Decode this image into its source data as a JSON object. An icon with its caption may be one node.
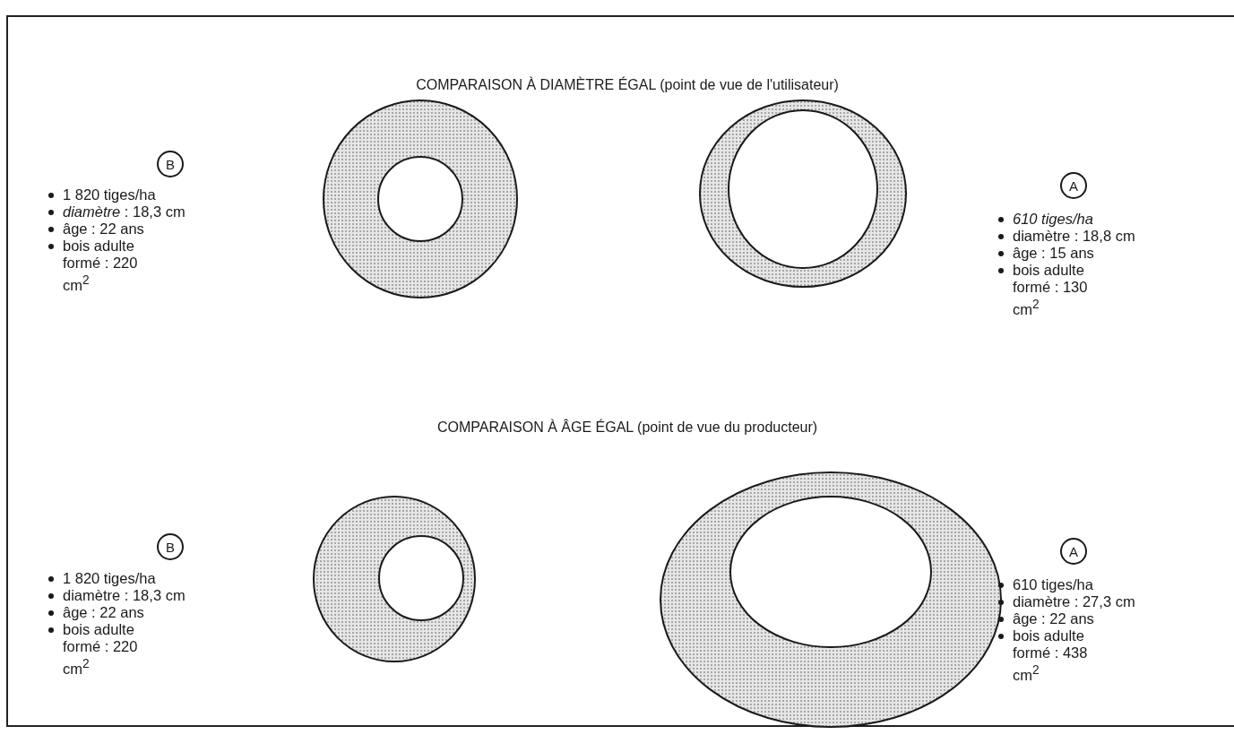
{
  "diagram": {
    "nodes": [
      {
        "text": [
          "B"
        ],
        "beside": [
          "1 820 tiges/ha",
          "*diamètre* : 18,3 cm",
          "âge : 22 ans",
          "bois adulte formé : 220 cm$^{2}$"
        ]
      },
      {
        "text": [
          "A"
        ],
        "beside": [
          "610 tiges/ha",
          "diamètre : 18,8 cm",
          "âge : 15 ans",
          "bois adulte formé : 130 cm$^{2}$"
        ]
      },
      {
        "text": [
          "B"
        ],
        "beside": [
          "1 820 tiges/ha",
          "diamètre : 18,3 cm",
          "âge : 22 ans",
          "bois adulte formé : 220 cm$^{2}$"
        ]
      },
      {
        "text": [
          "A"
        ],
        "beside": [
          "610 tiges/ha",
          "diamètre : 27,3 cm",
          "âge : 22 ans",
          "bois adulte formé : 438 cm$^{2}$"
        ]
      }
    ],
    "labels": [
      "COMPARAISON À DIAMÈTRE ÉGAL (point de vue de l'utilisateur)",
      "COMPARAISON À ÂGE ÉGAL (point de vue du producteur)"
    ]
  }
}
